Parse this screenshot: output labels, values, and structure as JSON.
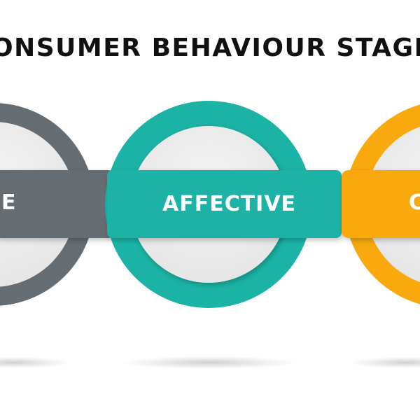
{
  "title": "ONSUMER BEHAVIOUR STAGE",
  "stages": [
    {
      "label": "E",
      "color": "#656d72",
      "ring_color": "#656d72"
    },
    {
      "label": "AFFECTIVE",
      "color": "#1bb3a6",
      "ring_color": "#1bb3a6"
    },
    {
      "label": "C",
      "color": "#f9a90e",
      "ring_color": "#f9a90e"
    }
  ]
}
